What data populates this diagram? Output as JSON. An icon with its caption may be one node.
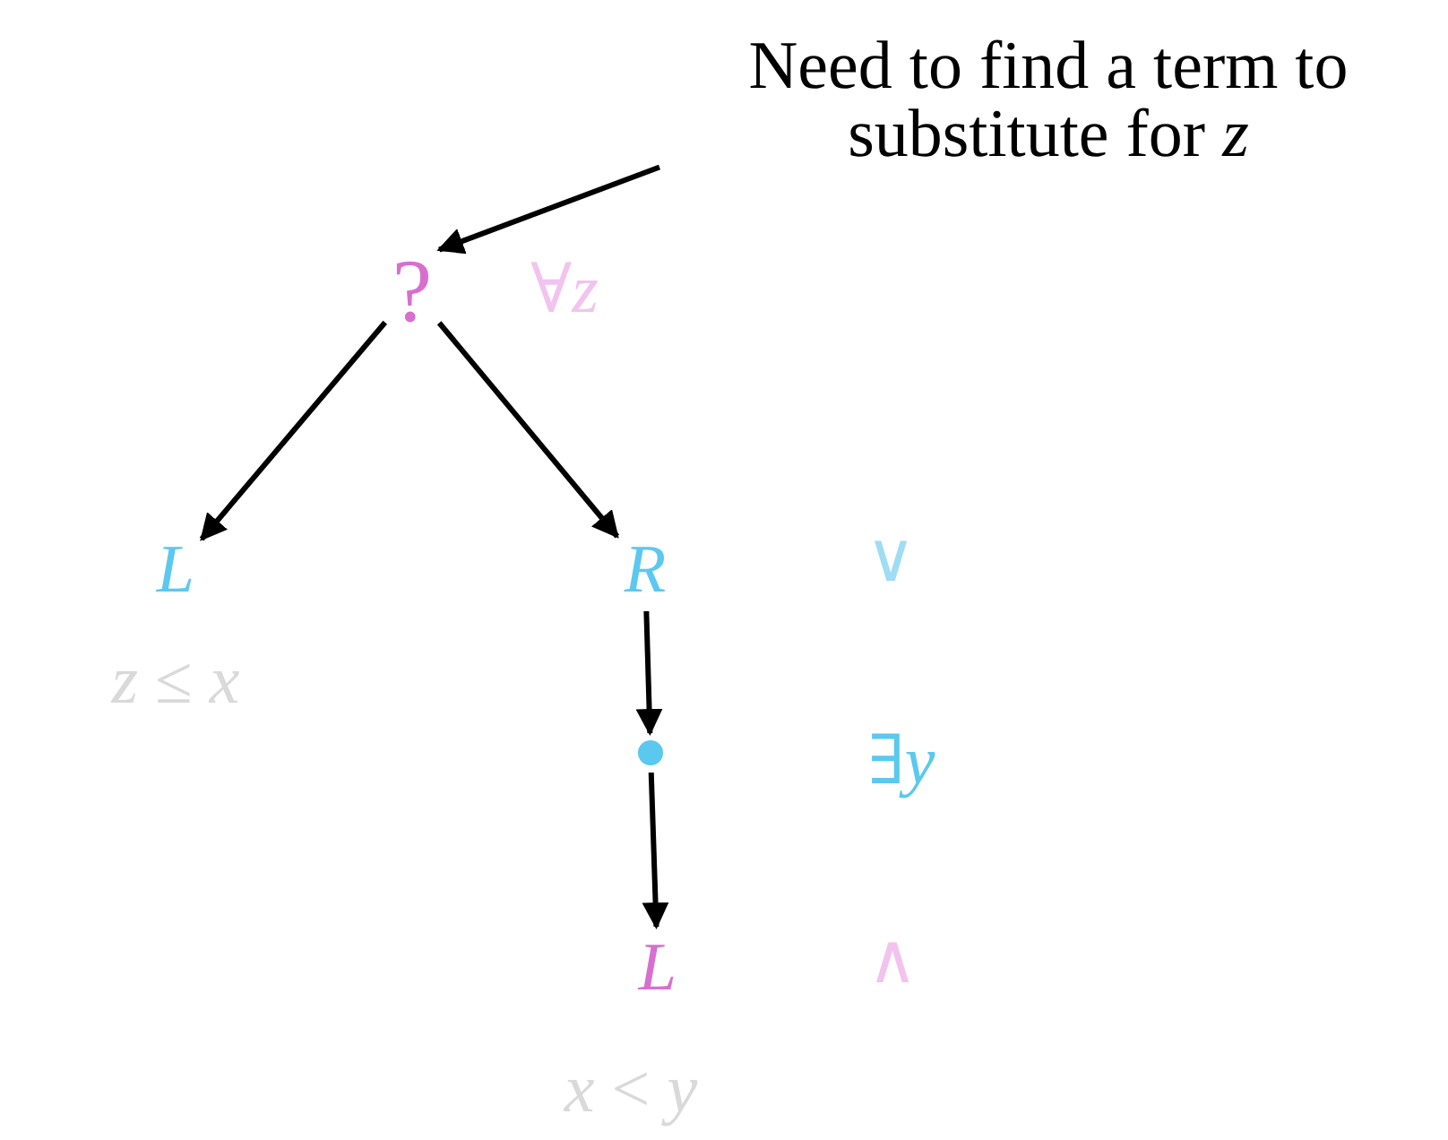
{
  "diagram": {
    "nodes": [
      {
        "text": [
          "Need to find a term to substitute for *z*"
        ]
      },
      {
        "text": [
          "?"
        ],
        "beside": [
          "∀*z*"
        ]
      },
      {
        "text": [
          "L"
        ],
        "beside": [
          "*z* ≤ *x*"
        ]
      },
      {
        "text": [
          "R"
        ],
        "beside": [
          "∨"
        ]
      },
      {
        "text": [],
        "shape": "circle",
        "beside": [
          "∃*y*"
        ]
      },
      {
        "text": [
          "L"
        ],
        "beside": [
          "∧",
          "*x* < *y*"
        ]
      }
    ],
    "edges": [
      {
        "from": 0,
        "to": 1,
        "arrow": "to"
      },
      {
        "from": 1,
        "to": 2,
        "arrow": "to"
      },
      {
        "from": 1,
        "to": 3,
        "arrow": "to"
      },
      {
        "from": 3,
        "to": 4,
        "arrow": "to"
      },
      {
        "from": 4,
        "to": 5,
        "arrow": "to"
      }
    ]
  }
}
